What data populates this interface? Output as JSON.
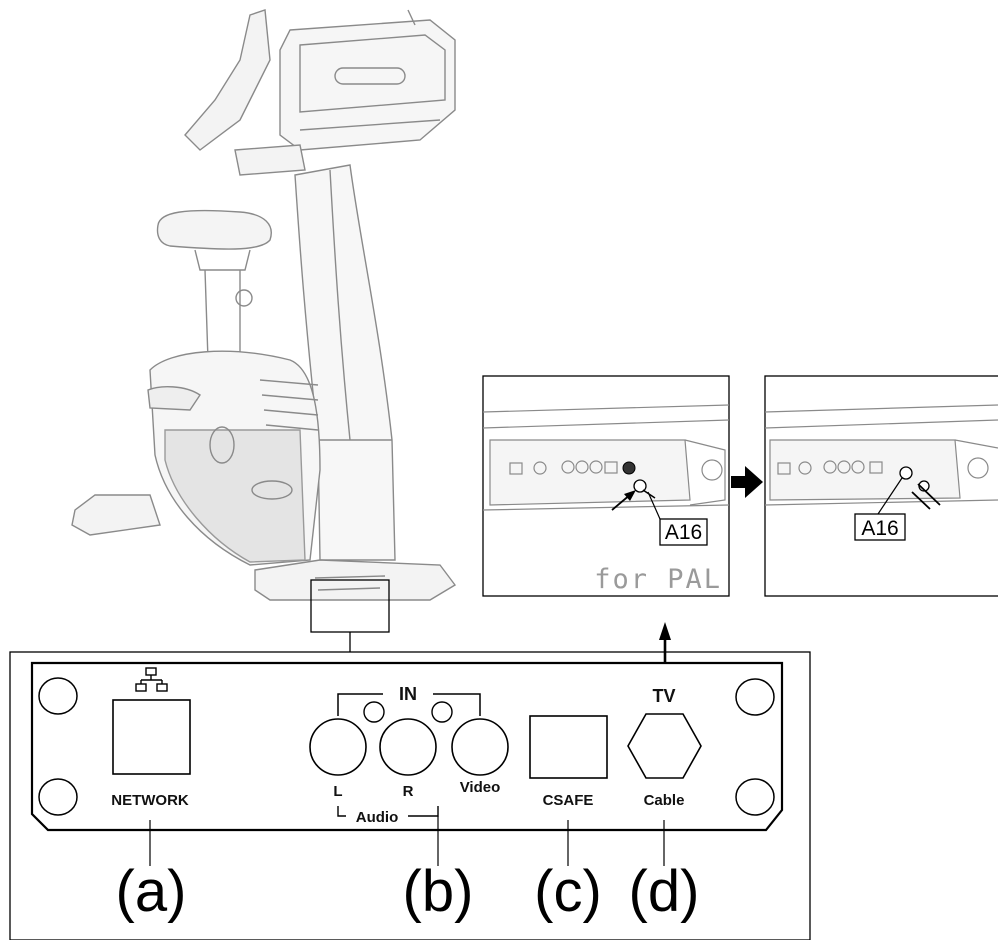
{
  "inset_left": {
    "callout": "A16",
    "caption": "for PAL"
  },
  "inset_right": {
    "callout": "A16"
  },
  "panel": {
    "network_label": "NETWORK",
    "in_label": "IN",
    "audio_l_label": "L",
    "audio_r_label": "R",
    "video_label": "Video",
    "audio_label": "Audio",
    "csafe_label": "CSAFE",
    "tv_label": "TV",
    "cable_label": "Cable",
    "network_icon": "network-icon"
  },
  "callouts": {
    "a": "(a)",
    "b": "(b)",
    "c": "(c)",
    "d": "(d)"
  }
}
